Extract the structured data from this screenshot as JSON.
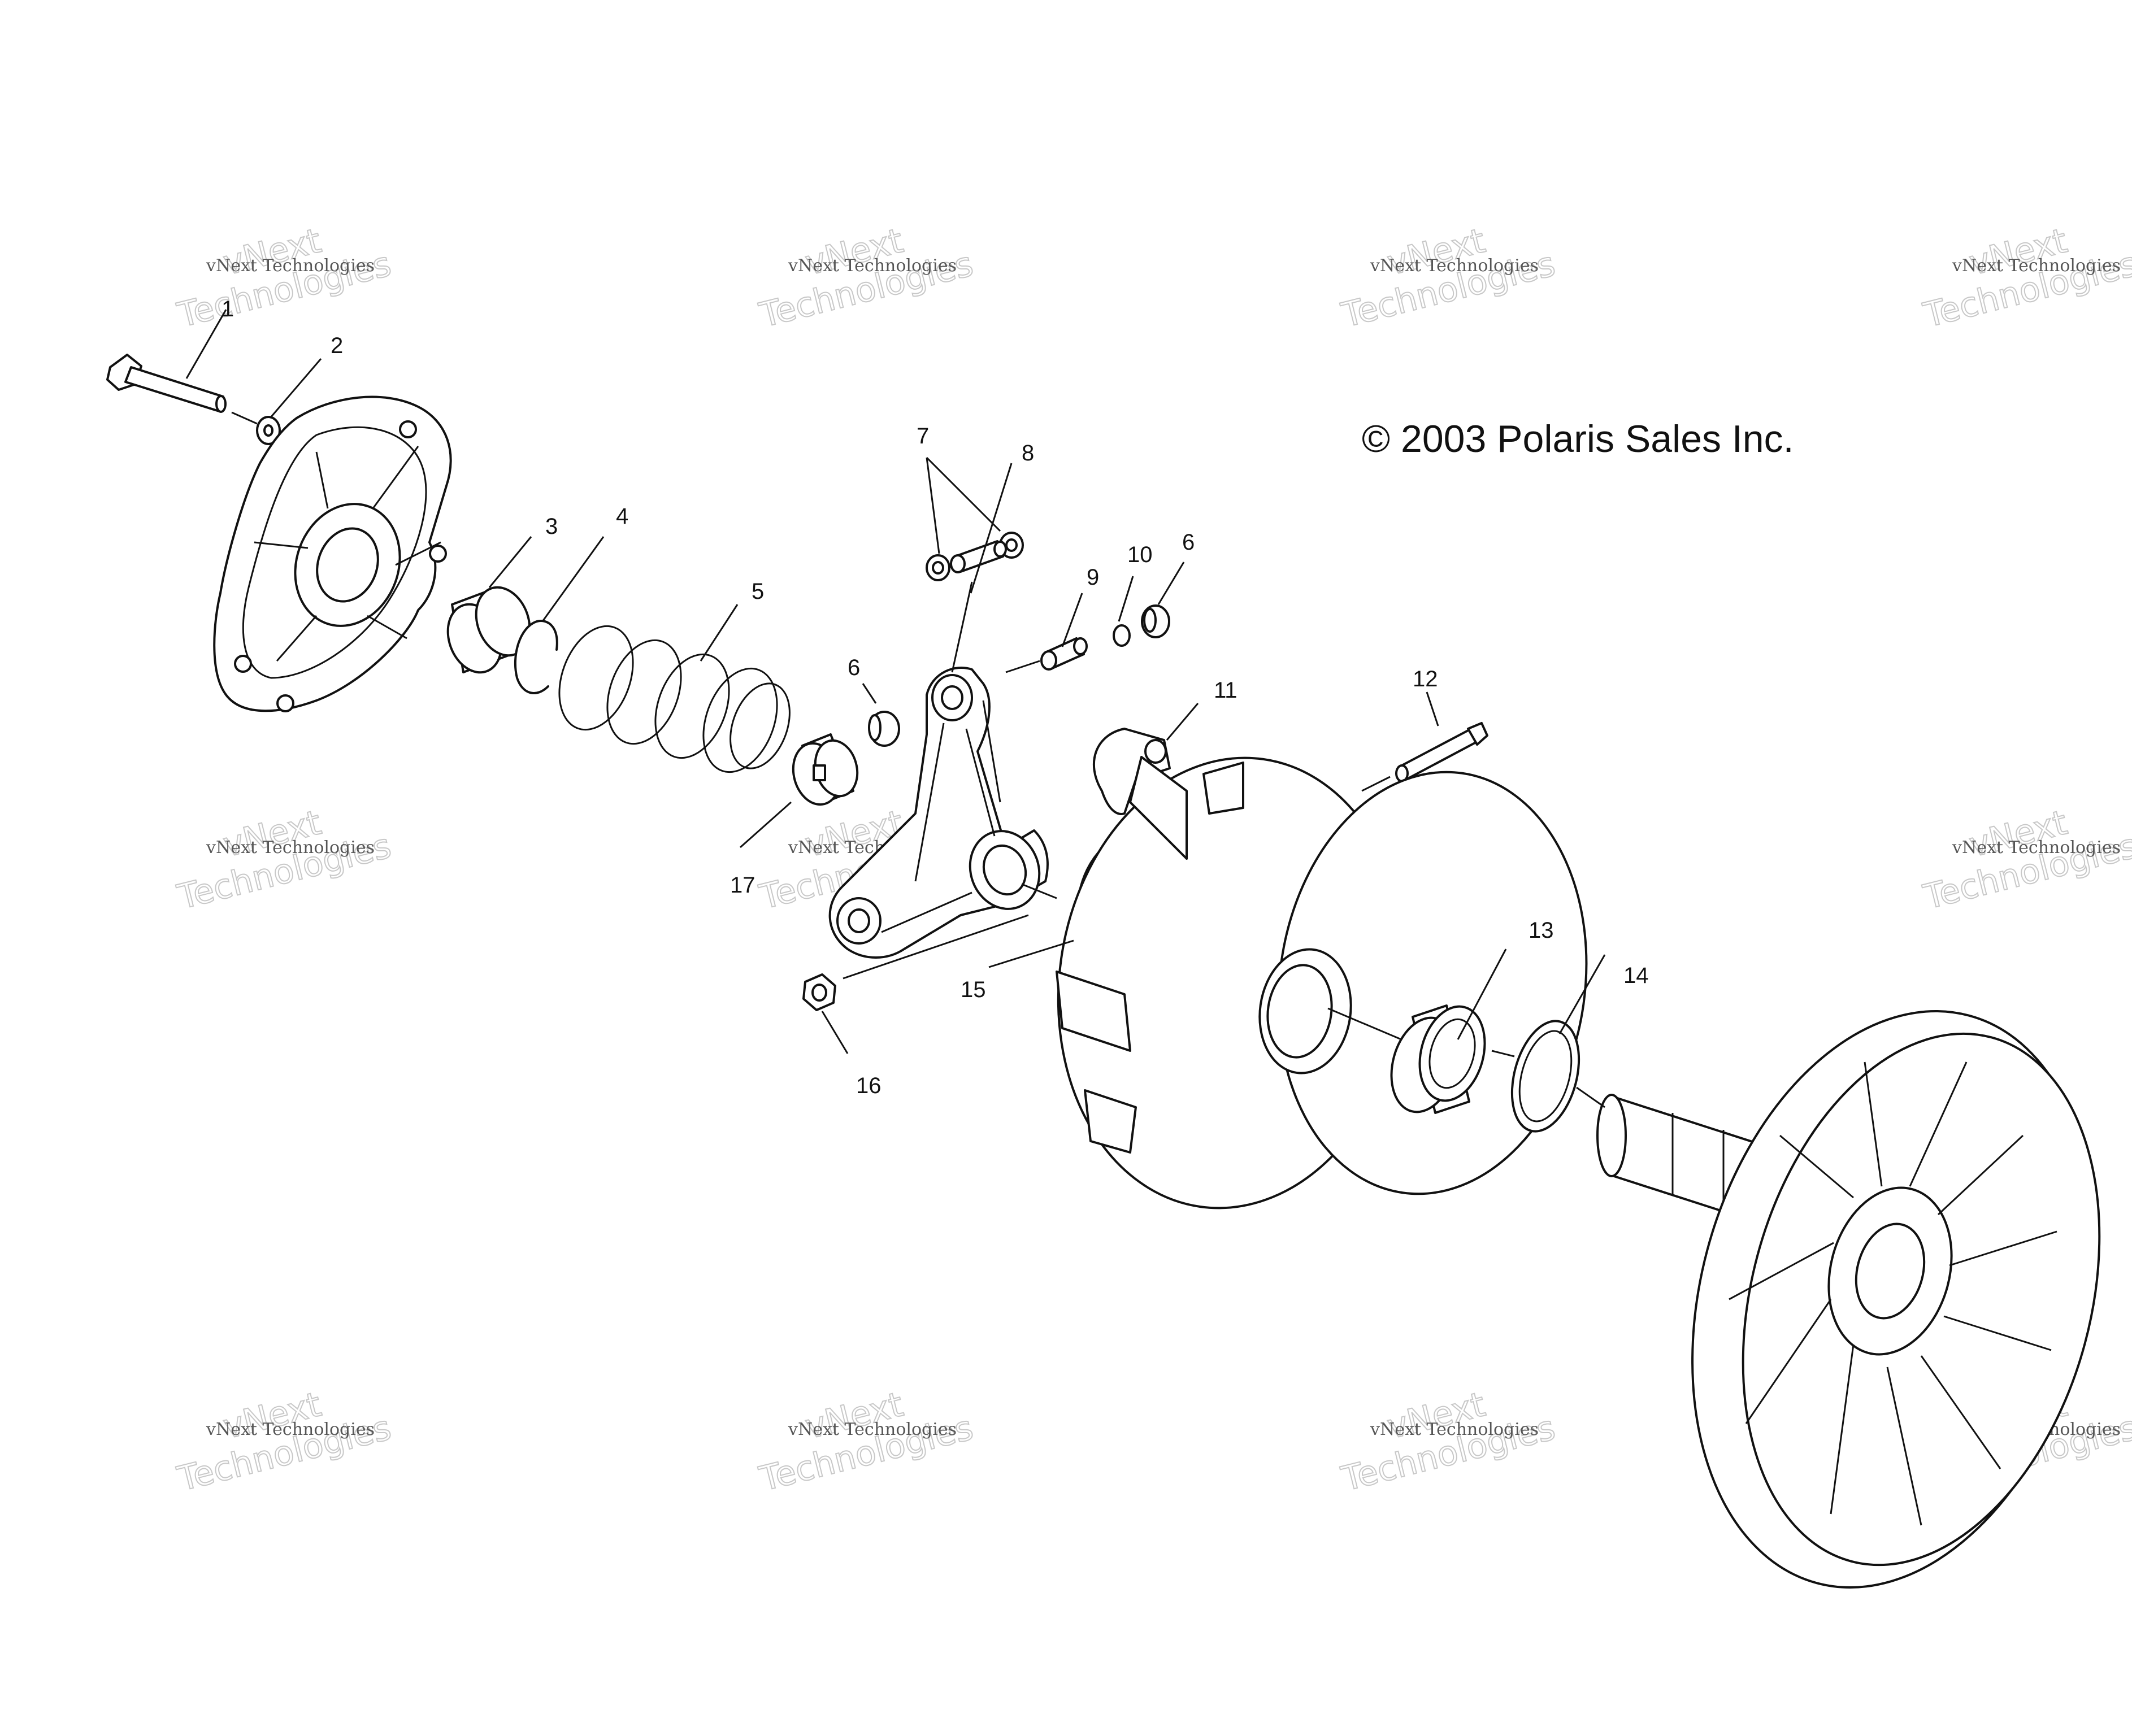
{
  "copyright": "© 2003 Polaris Sales Inc.",
  "watermark": {
    "small": "vNext Technologies",
    "big_line1": "vNext",
    "big_line2": "Technologies"
  },
  "callouts": [
    "1",
    "2",
    "3",
    "4",
    "5",
    "6",
    "6",
    "7",
    "8",
    "9",
    "10",
    "11",
    "12",
    "13",
    "14",
    "15",
    "16",
    "17"
  ]
}
